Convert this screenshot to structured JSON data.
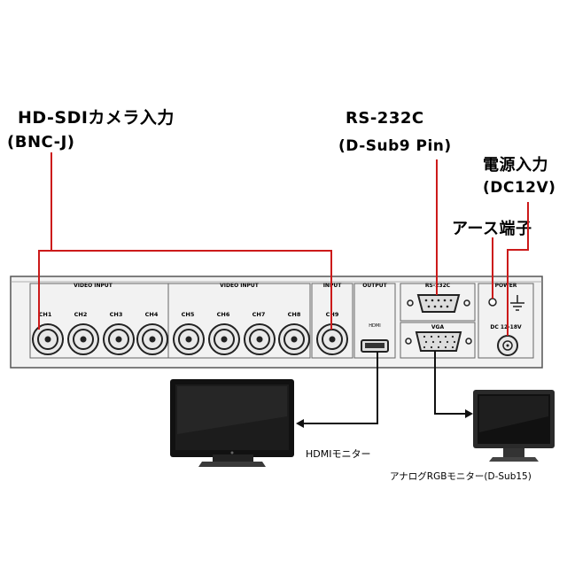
{
  "callouts": {
    "hdsdi_line1": "HD-SDIカメラ入力",
    "hdsdi_line2": "(BNC-J)",
    "rs232c_line1": "RS-232C",
    "rs232c_line2": "(D-Sub9 Pin)",
    "power_line1": "電源入力",
    "power_line2": "(DC12V)",
    "ground": "アース端子"
  },
  "panel": {
    "video_input_left": "VIDEO INPUT",
    "video_input_right": "VIDEO INPUT",
    "input": "INPUT",
    "output": "OUTPUT",
    "rs232c": "RS-232C",
    "power": "POWER",
    "hdmi": "HDMI",
    "vga": "VGA",
    "dc": "DC 12-18V",
    "channels": [
      "CH1",
      "CH2",
      "CH3",
      "CH4",
      "CH5",
      "CH6",
      "CH7",
      "CH8",
      "CH9"
    ]
  },
  "monitors": {
    "hdmi_label": "HDMIモニター",
    "vga_label": "アナログRGBモニター(D-Sub15)"
  },
  "colors": {
    "callout_line": "#cc1a1a",
    "panel_bg": "#f2f2f2",
    "panel_border": "#444444"
  }
}
